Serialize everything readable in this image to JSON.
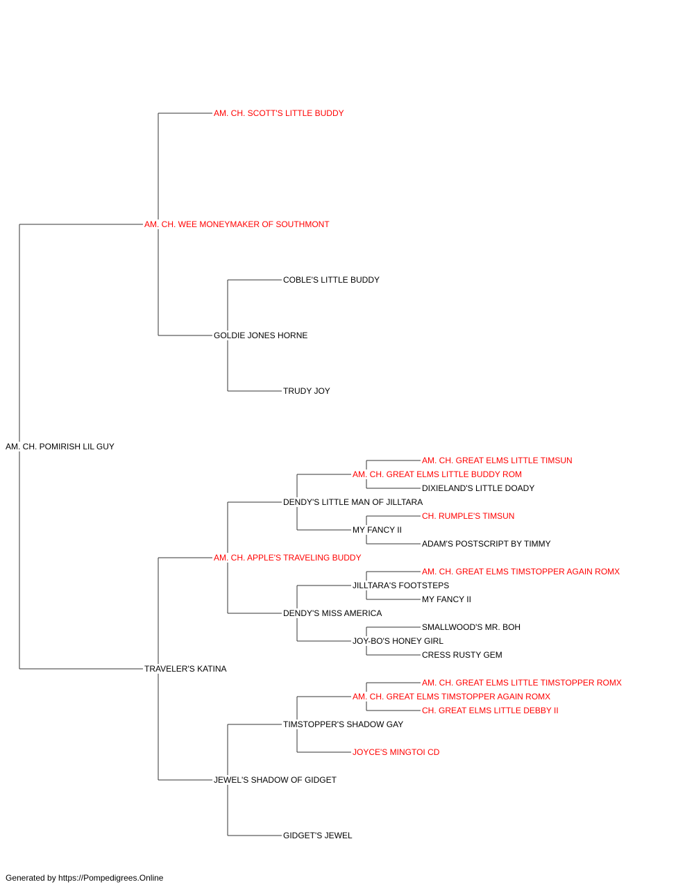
{
  "colors": {
    "champion": "#ff0000",
    "normal": "#000000",
    "line": "#333333"
  },
  "pedigree": {
    "root": {
      "name": "AM. CH. POMIRISH LIL GUY",
      "champion": false
    },
    "nodes": {
      "sire": {
        "name": "AM. CH. WEE MONEYMAKER OF SOUTHMONT",
        "champion": true
      },
      "sire_sire": {
        "name": "AM. CH. SCOTT'S LITTLE BUDDY",
        "champion": true
      },
      "sire_dam": {
        "name": "GOLDIE JONES HORNE",
        "champion": false
      },
      "sire_dam_sire": {
        "name": "COBLE'S LITTLE BUDDY",
        "champion": false
      },
      "sire_dam_dam": {
        "name": "TRUDY JOY",
        "champion": false
      },
      "dam": {
        "name": "TRAVELER'S KATINA",
        "champion": false
      },
      "dam_sire": {
        "name": "AM. CH. APPLE'S TRAVELING BUDDY",
        "champion": true
      },
      "dam_sire_sire": {
        "name": "DENDY'S LITTLE MAN OF JILLTARA",
        "champion": false
      },
      "dam_sire_sire_sire": {
        "name": "AM. CH. GREAT ELMS LITTLE BUDDY ROM",
        "champion": true
      },
      "dam_sire_sire_sire_sire": {
        "name": "AM. CH. GREAT ELMS LITTLE TIMSUN",
        "champion": true
      },
      "dam_sire_sire_sire_dam": {
        "name": "DIXIELAND'S LITTLE DOADY",
        "champion": false
      },
      "dam_sire_sire_dam": {
        "name": "MY FANCY II",
        "champion": false
      },
      "dam_sire_sire_dam_sire": {
        "name": "CH. RUMPLE'S TIMSUN",
        "champion": true
      },
      "dam_sire_sire_dam_dam": {
        "name": "ADAM'S POSTSCRIPT BY TIMMY",
        "champion": false
      },
      "dam_sire_dam": {
        "name": "DENDY'S MISS AMERICA",
        "champion": false
      },
      "dam_sire_dam_sire": {
        "name": "JILLTARA'S FOOTSTEPS",
        "champion": false
      },
      "dam_sire_dam_sire_sire": {
        "name": "AM. CH. GREAT ELMS TIMSTOPPER AGAIN ROMX",
        "champion": true
      },
      "dam_sire_dam_sire_dam": {
        "name": "MY FANCY II",
        "champion": false
      },
      "dam_sire_dam_dam": {
        "name": "JOY-BO'S HONEY GIRL",
        "champion": false
      },
      "dam_sire_dam_dam_sire": {
        "name": "SMALLWOOD'S MR. BOH",
        "champion": false
      },
      "dam_sire_dam_dam_dam": {
        "name": "CRESS RUSTY GEM",
        "champion": false
      },
      "dam_dam": {
        "name": "JEWEL'S SHADOW OF GIDGET",
        "champion": false
      },
      "dam_dam_sire": {
        "name": "TIMSTOPPER'S SHADOW GAY",
        "champion": false
      },
      "dam_dam_sire_sire": {
        "name": "AM. CH. GREAT ELMS TIMSTOPPER AGAIN ROMX",
        "champion": true
      },
      "dam_dam_sire_sire_sire": {
        "name": "AM. CH. GREAT ELMS LITTLE TIMSTOPPER ROMX",
        "champion": true
      },
      "dam_dam_sire_sire_dam": {
        "name": "CH. GREAT ELMS LITTLE DEBBY II",
        "champion": true
      },
      "dam_dam_sire_dam": {
        "name": "JOYCE'S MINGTOI CD",
        "champion": true
      },
      "dam_dam_dam": {
        "name": "GIDGET'S JEWEL",
        "champion": false
      }
    }
  },
  "footer": {
    "text": "Generated by https://Pompedigrees.Online"
  }
}
